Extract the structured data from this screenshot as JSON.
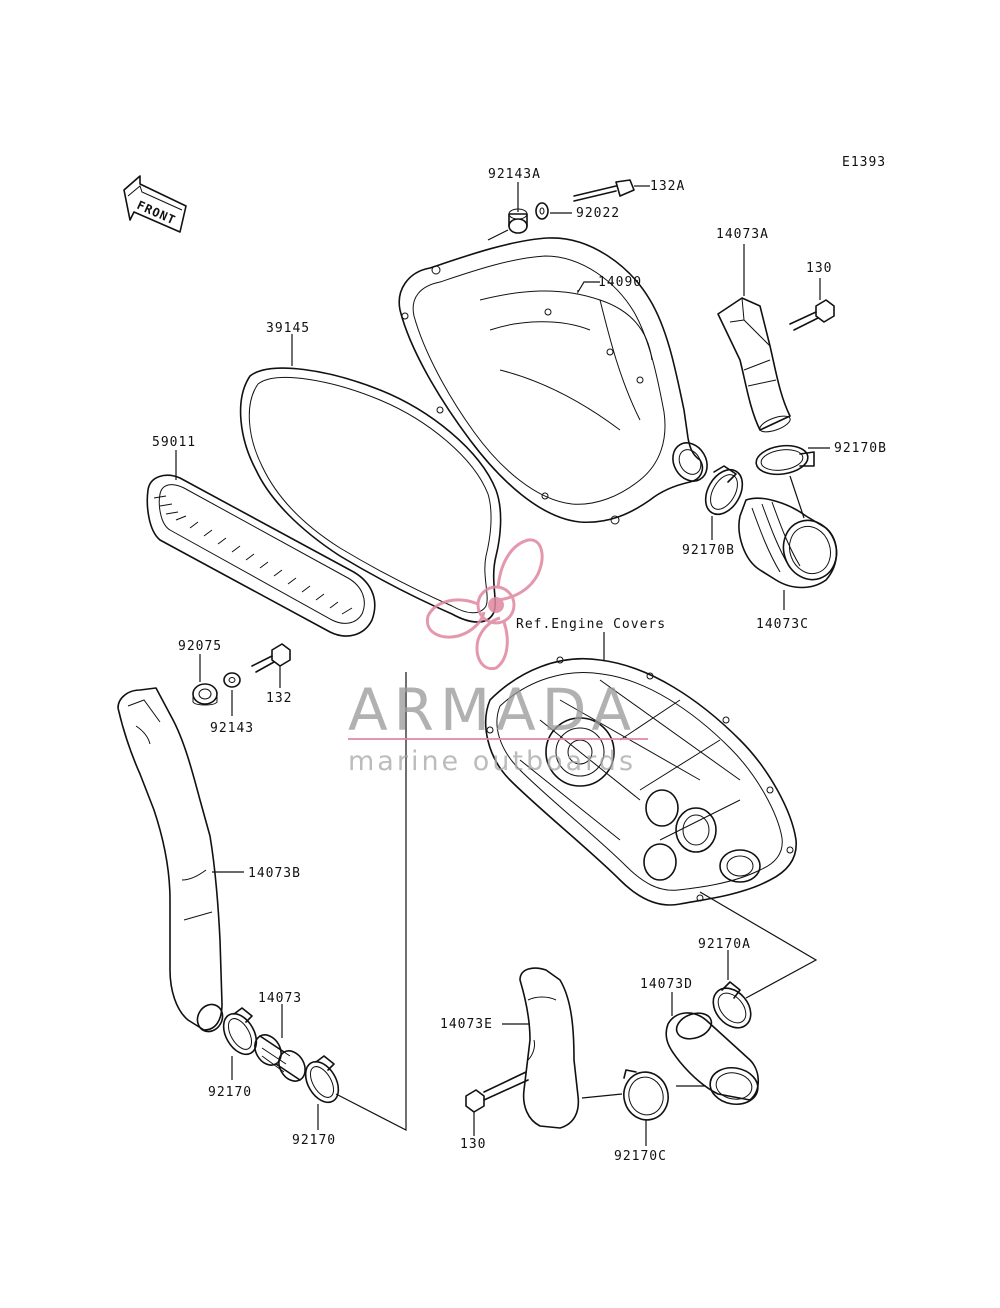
{
  "diagram_code": "E1393",
  "front_arrow_label": "FRONT",
  "reference_label": "Ref.Engine Covers",
  "parts": {
    "p92143A": "92143A",
    "p132A": "132A",
    "p92022": "92022",
    "p14090": "14090",
    "p14073A": "14073A",
    "p130_top": "130",
    "p92170B_right": "92170B",
    "p92170B_left": "92170B",
    "p14073C": "14073C",
    "p39145": "39145",
    "p59011": "59011",
    "p92075": "92075",
    "p92143": "92143",
    "p132": "132",
    "p14073B": "14073B",
    "p14073": "14073",
    "p92170_a": "92170",
    "p92170_b": "92170",
    "p92170A": "92170A",
    "p14073D": "14073D",
    "p14073E": "14073E",
    "p130_bottom": "130",
    "p92170C": "92170C"
  },
  "watermark": {
    "brand": "ARMADA",
    "tagline": "marine outboards",
    "accent_color": "#e0879f",
    "text_color": "#9a9a9a"
  },
  "colors": {
    "line": "#111111",
    "background": "#ffffff"
  }
}
